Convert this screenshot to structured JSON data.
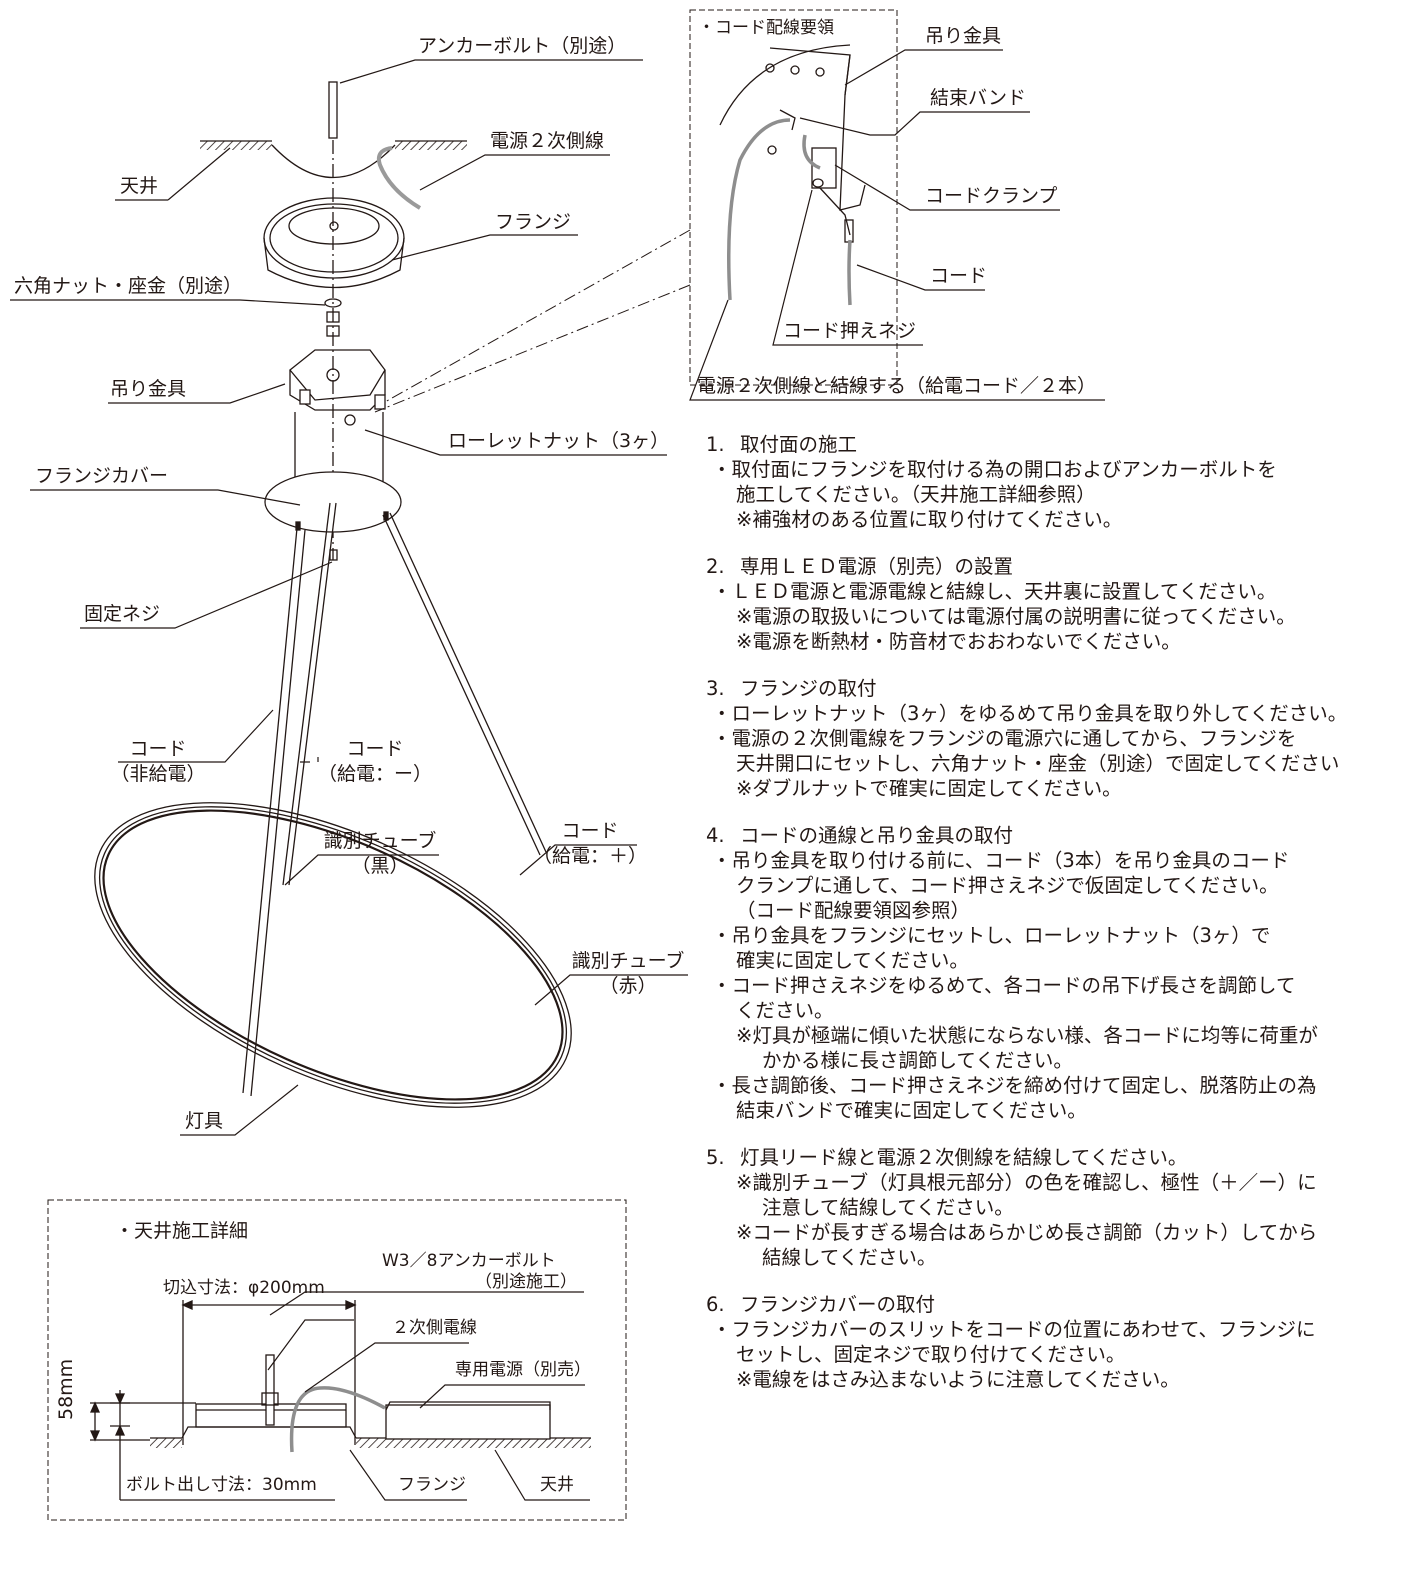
{
  "diagram_labels": {
    "anchor_bolt": "アンカーボルト（別途）",
    "ceiling": "天井",
    "secondary_wire": "電源２次側線",
    "flange": "フランジ",
    "hex_nut": "六角ナット・座金（別途）",
    "hanger": "吊り金具",
    "knurled_nut": "ローレットナット（3ヶ）",
    "flange_cover": "フランジカバー",
    "fixing_screw": "固定ネジ",
    "cord_nonfeed": "コード",
    "cord_nonfeed_sub": "（非給電）",
    "cord_minus": "コード",
    "cord_minus_sub": "（給電：ー）",
    "tube_black": "識別チューブ",
    "tube_black_sub": "（黒）",
    "cord_plus": "コード",
    "cord_plus_sub": "（給電：＋）",
    "tube_red": "識別チューブ",
    "tube_red_sub": "（赤）",
    "fixture": "灯具"
  },
  "wiring_detail": {
    "title": "・コード配線要領",
    "hanger": "吊り金具",
    "tie_band": "結束バンド",
    "cord_clamp": "コードクランプ",
    "cord": "コード",
    "cord_screw": "コード押えネジ",
    "connect_note": "電源２次側線と結線する（給電コード／２本）"
  },
  "ceiling_detail": {
    "title": "・天井施工詳細",
    "cut_size": "切込寸法：φ200mm",
    "anchor": "W3／8アンカーボルト",
    "anchor_sub": "（別途施工）",
    "secondary": "２次側電線",
    "psu": "専用電源（別売）",
    "height": "58mm",
    "bolt_length": "ボルト出し寸法：30mm",
    "flange": "フランジ",
    "ceiling": "天井"
  },
  "steps": [
    {
      "num": "1.",
      "title": "取付面の施工",
      "lines": [
        {
          "k": "bullet",
          "t": "・取付面にフランジを取付ける為の開口およびアンカーボルトを"
        },
        {
          "k": "cont",
          "t": "施工してください。（天井施工詳細参照）"
        },
        {
          "k": "note",
          "t": "※補強材のある位置に取り付けてください。"
        }
      ]
    },
    {
      "num": "2.",
      "title": "専用ＬＥＤ電源（別売）の設置",
      "lines": [
        {
          "k": "bullet",
          "t": "・ＬＥＤ電源と電源電線と結線し、天井裏に設置してください。"
        },
        {
          "k": "note",
          "t": "※電源の取扱いについては電源付属の説明書に従ってください。"
        },
        {
          "k": "note",
          "t": "※電源を断熱材・防音材でおおわないでください。"
        }
      ]
    },
    {
      "num": "3.",
      "title": "フランジの取付",
      "lines": [
        {
          "k": "bullet",
          "t": "・ローレットナット（3ヶ）をゆるめて吊り金具を取り外してください。"
        },
        {
          "k": "bullet",
          "t": "・電源の２次側電線をフランジの電源穴に通してから、フランジを"
        },
        {
          "k": "cont",
          "t": "天井開口にセットし、六角ナット・座金（別途）で固定してください"
        },
        {
          "k": "note",
          "t": "※ダブルナットで確実に固定してください。"
        }
      ]
    },
    {
      "num": "4.",
      "title": "コードの通線と吊り金具の取付",
      "lines": [
        {
          "k": "bullet",
          "t": "・吊り金具を取り付ける前に、コード（3本）を吊り金具のコード"
        },
        {
          "k": "cont",
          "t": "クランプに通して、コード押さえネジで仮固定してください。"
        },
        {
          "k": "cont",
          "t": "（コード配線要領図参照）"
        },
        {
          "k": "bullet",
          "t": "・吊り金具をフランジにセットし、ローレットナット（3ヶ）で"
        },
        {
          "k": "cont",
          "t": "確実に固定してください。"
        },
        {
          "k": "bullet",
          "t": "・コード押さえネジをゆるめて、各コードの吊下げ長さを調節して"
        },
        {
          "k": "cont",
          "t": "ください。"
        },
        {
          "k": "note",
          "t": "※灯具が極端に傾いた状態にならない様、各コードに均等に荷重が"
        },
        {
          "k": "note2",
          "t": "かかる様に長さ調節してください。"
        },
        {
          "k": "bullet",
          "t": "・長さ調節後、コード押さえネジを締め付けて固定し、脱落防止の為"
        },
        {
          "k": "cont",
          "t": "結束バンドで確実に固定してください。"
        }
      ]
    },
    {
      "num": "5.",
      "title": "灯具リード線と電源２次側線を結線してください。",
      "lines": [
        {
          "k": "note",
          "t": "※識別チューブ（灯具根元部分）の色を確認し、極性（＋／ー）に"
        },
        {
          "k": "note2",
          "t": "注意して結線してください。"
        },
        {
          "k": "note",
          "t": "※コードが長すぎる場合はあらかじめ長さ調節（カット）してから"
        },
        {
          "k": "note2",
          "t": "結線してください。"
        }
      ]
    },
    {
      "num": "6.",
      "title": "フランジカバーの取付",
      "lines": [
        {
          "k": "bullet",
          "t": "・フランジカバーのスリットをコードの位置にあわせて、フランジに"
        },
        {
          "k": "cont",
          "t": "セットし、固定ネジで取り付けてください。"
        },
        {
          "k": "note",
          "t": "※電線をはさみ込まないように注意してください。"
        }
      ]
    }
  ]
}
